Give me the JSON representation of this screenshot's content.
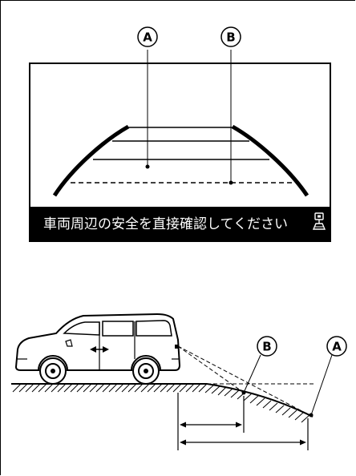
{
  "monitor": {
    "caption": "車両周辺の安全を直接確認してください",
    "caption_icon": "camera-sensor-icon",
    "marker_a": "A",
    "marker_b": "B"
  },
  "side_view": {
    "marker_a": "A",
    "marker_b": "B"
  },
  "colors": {
    "line": "#000000",
    "caption_bg": "#000000",
    "caption_text": "#ffffff",
    "background": "#ffffff"
  }
}
